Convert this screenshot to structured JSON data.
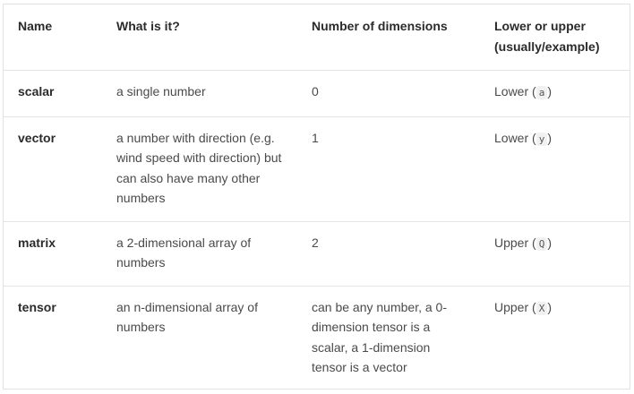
{
  "table": {
    "headers": [
      "Name",
      "What is it?",
      "Number of dimensions",
      "Lower or upper (usually/example)"
    ],
    "rows": [
      {
        "name": "scalar",
        "description": "a single number",
        "dimensions": "0",
        "case_label": "Lower",
        "example": "a"
      },
      {
        "name": "vector",
        "description": "a number with direction (e.g. wind speed with direction) but can also have many other numbers",
        "dimensions": "1",
        "case_label": "Lower",
        "example": "y"
      },
      {
        "name": "matrix",
        "description": "a 2-dimensional array of numbers",
        "dimensions": "2",
        "case_label": "Upper",
        "example": "Q"
      },
      {
        "name": "tensor",
        "description": "an n-dimensional array of numbers",
        "dimensions": "can be any number, a 0-dimension tensor is a scalar, a 1-dimension tensor is a vector",
        "case_label": "Upper",
        "example": "X"
      }
    ]
  }
}
